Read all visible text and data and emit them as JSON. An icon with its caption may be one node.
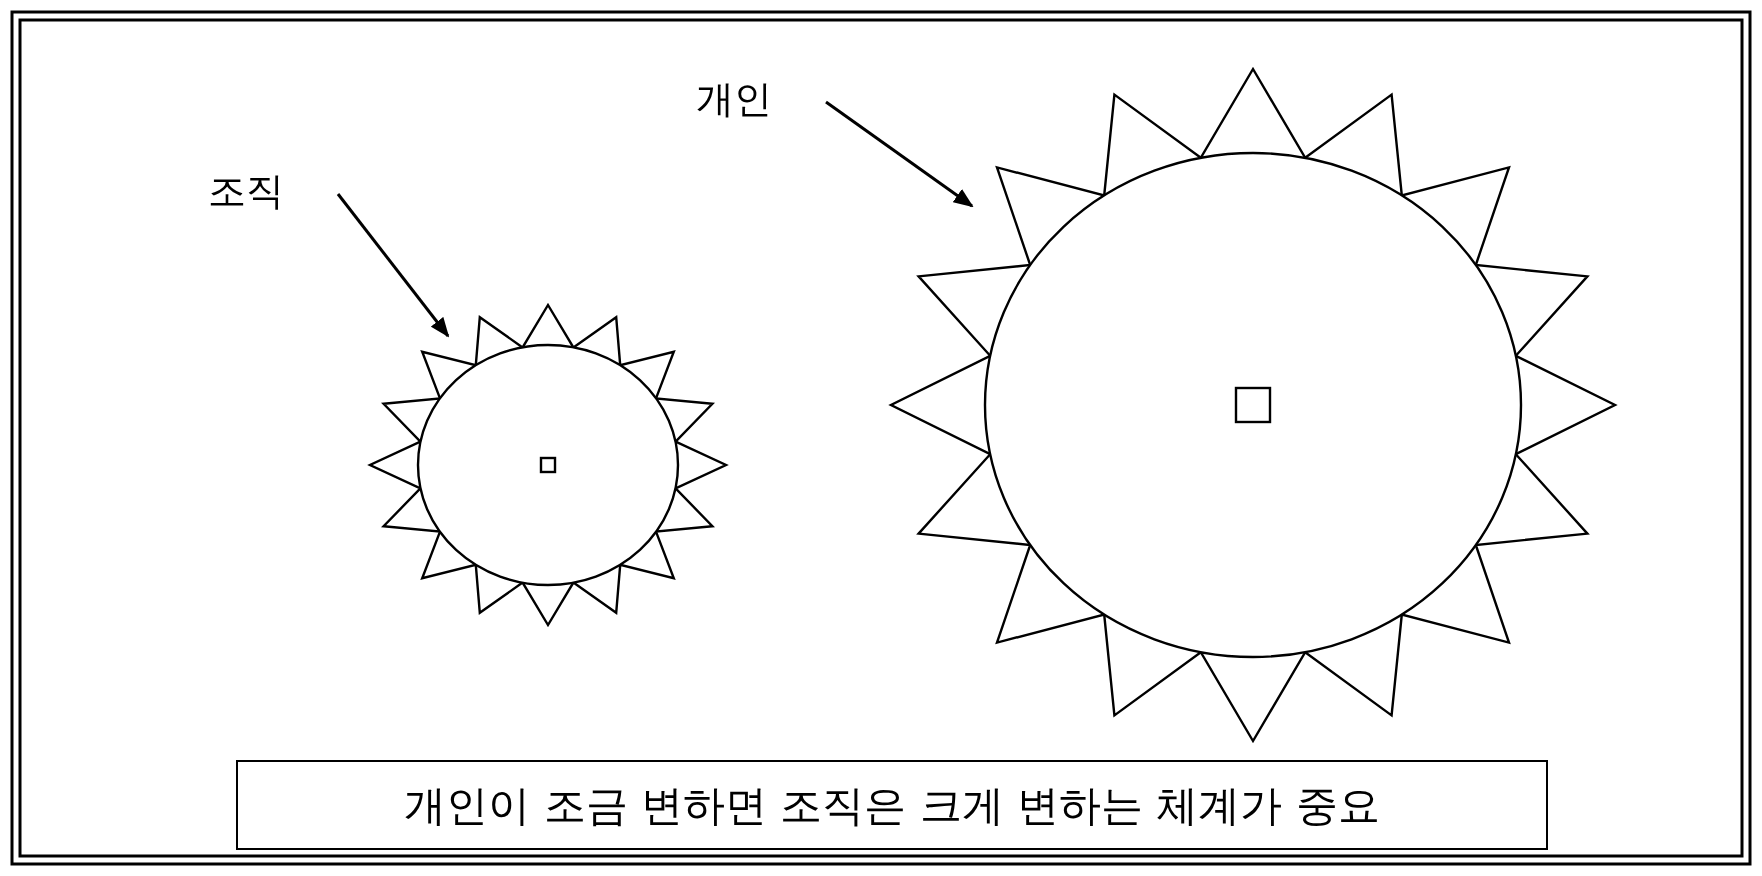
{
  "diagram": {
    "nodes": [
      {
        "text": [
          "조직"
        ]
      },
      {
        "text": [],
        "shape": "sun"
      },
      {
        "text": [
          "개인"
        ]
      },
      {
        "text": [],
        "shape": "sun"
      },
      {
        "text": [
          "개인이 조금 변하면 조직은 크게 변하는 체계가 중요"
        ]
      }
    ],
    "edges": [
      {
        "from": 0,
        "to": 1,
        "arrow": "to"
      },
      {
        "from": 2,
        "to": 3,
        "arrow": "to"
      }
    ]
  }
}
